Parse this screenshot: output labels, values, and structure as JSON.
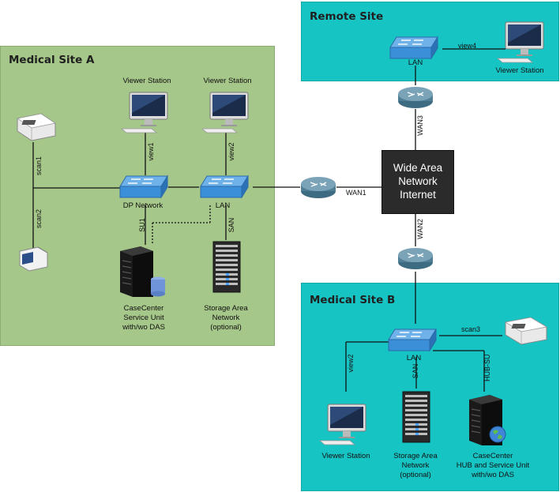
{
  "regions": {
    "site_a": {
      "title": "Medical Site A",
      "color": "#a6c78a",
      "border": "#8aaa70"
    },
    "remote": {
      "title": "Remote Site",
      "color": "#17c4c4",
      "border": "#10a8a8"
    },
    "site_b": {
      "title": "Medical Site B",
      "color": "#17c4c4",
      "border": "#10a8a8"
    }
  },
  "wan": {
    "line1": "Wide Area",
    "line2": "Network",
    "line3": "Internet"
  },
  "site_a": {
    "viewer1": "Viewer Station",
    "viewer2": "Viewer Station",
    "dp_network": "DP Network",
    "lan": "LAN",
    "casecenter": [
      "CaseCenter",
      "Service Unit",
      "with/wo DAS"
    ],
    "storage": [
      "Storage Area",
      "Network",
      "(optional)"
    ],
    "links": {
      "view1": "view1",
      "view2": "view2",
      "scan1": "scan1",
      "scan2": "scan2",
      "su1": "SU1",
      "san": "SAN"
    }
  },
  "remote": {
    "lan": "LAN",
    "viewer": "Viewer Station",
    "links": {
      "view4": "view4",
      "wan3": "WAN3"
    }
  },
  "wan_links": {
    "wan1": "WAN1",
    "wan2": "WAN2"
  },
  "site_b": {
    "lan": "LAN",
    "viewer": "Viewer Station",
    "storage": [
      "Storage Area",
      "Network",
      "(optional)"
    ],
    "casecenter": [
      "CaseCenter",
      "HUB and Service Unit",
      "with/wo DAS"
    ],
    "links": {
      "scan3": "scan3",
      "view2": "view2",
      "san": "SAN",
      "hub_su": "HUB-SU"
    }
  },
  "colors": {
    "switch": "#3a8fd8",
    "router": "#4f7e95",
    "line": "#111111",
    "server": "#1a1a1a"
  }
}
